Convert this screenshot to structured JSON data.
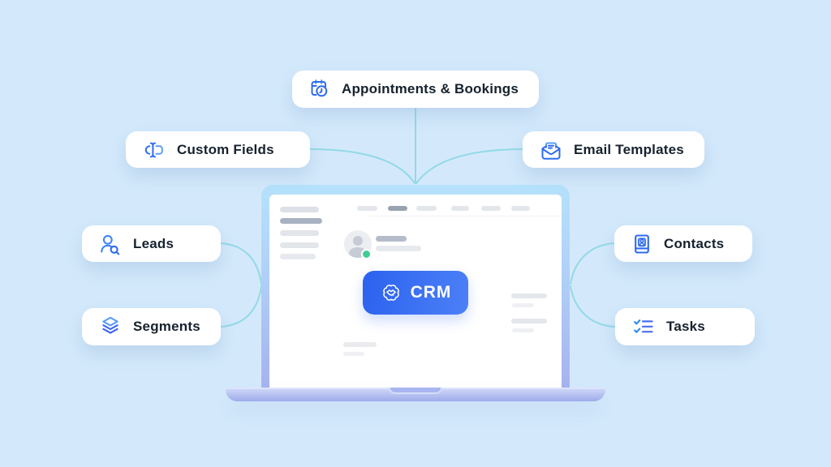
{
  "diagram_title": "CRM feature map illustration",
  "background_color": "#d3e9fb",
  "connector_color": "#93d9e6",
  "accent_blue": "#2f6bf0",
  "accent_blue_light": "#5b9df7",
  "center": {
    "label": "CRM",
    "icon": "handshake-badge-icon",
    "gradient": [
      "#2b62ef",
      "#4c80f7"
    ]
  },
  "nodes": {
    "appointments": {
      "label": "Appointments & Bookings",
      "icon": "calendar-clock-icon"
    },
    "custom_fields": {
      "label": "Custom Fields",
      "icon": "input-field-cursor-icon"
    },
    "email_templates": {
      "label": "Email Templates",
      "icon": "open-envelope-icon"
    },
    "leads": {
      "label": "Leads",
      "icon": "person-search-icon"
    },
    "contacts": {
      "label": "Contacts",
      "icon": "address-book-icon"
    },
    "segments": {
      "label": "Segments",
      "icon": "layers-icon"
    },
    "tasks": {
      "label": "Tasks",
      "icon": "checklist-icon"
    }
  },
  "laptop_screen": {
    "content_type": "skeleton-wireframe",
    "avatar_status_color": "#3fce92"
  }
}
